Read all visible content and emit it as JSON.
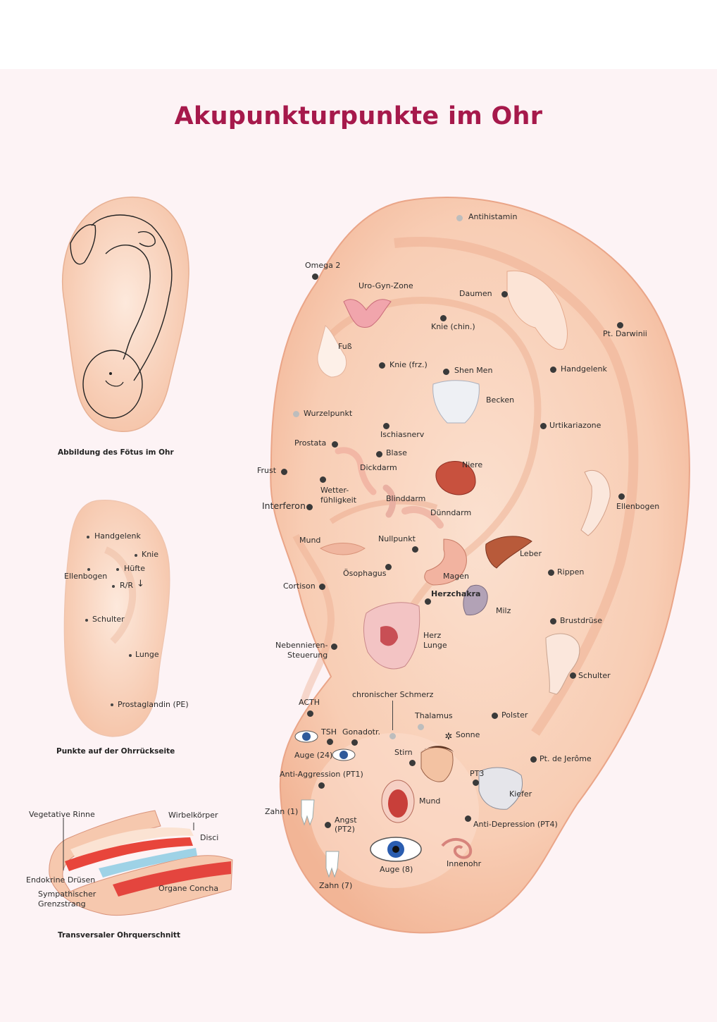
{
  "title": "Akupunkturpunkte im Ohr",
  "captions": {
    "fetus": "Abbildung des Fötus im Ohr",
    "back": "Punkte auf der Ohrrückseite",
    "cross": "Transversaler Ohrquerschnitt"
  },
  "back_points": {
    "handgelenk": "Handgelenk",
    "knie": "Knie",
    "ellenbogen": "Ellenbogen",
    "huefte": "Hüfte",
    "rr": "R/R",
    "schulter": "Schulter",
    "lunge": "Lunge",
    "prostaglandin": "Prostaglandin (PE)"
  },
  "cross_section": {
    "vegetative_rinne": "Vegetative Rinne",
    "wirbelkoerper": "Wirbelkörper",
    "disci": "Disci",
    "endokrine": "Endokrine Drüsen",
    "sympathischer": "Sympathischer",
    "grenzstrang": "Grenzstrang",
    "organe_concha": "Organe Concha"
  },
  "points": {
    "antihistamin": "Antihistamin",
    "omega2": "Omega 2",
    "uro_gyn": "Uro-Gyn-Zone",
    "daumen": "Daumen",
    "knie_chin": "Knie (chin.)",
    "pt_darwinii": "Pt. Darwinii",
    "fuss": "Fuß",
    "knie_frz": "Knie (frz.)",
    "shen_men": "Shen Men",
    "handgelenk": "Handgelenk",
    "becken": "Becken",
    "wurzelpunkt": "Wurzelpunkt",
    "ischiasnerv": "Ischiasnerv",
    "urtikariazone": "Urtikariazone",
    "prostata": "Prostata",
    "blase": "Blase",
    "frust": "Frust",
    "dickdarm": "Dickdarm",
    "niere": "Niere",
    "wetter1": "Wetter-",
    "wetter2": "fühligkeit",
    "blinddarm": "Blinddarm",
    "ellenbogen": "Ellenbogen",
    "interferon": "Interferon",
    "duenndarm": "Dünndarm",
    "mund_top": "Mund",
    "nullpunkt": "Nullpunkt",
    "leber": "Leber",
    "oesophagus": "Ösophagus",
    "rippen": "Rippen",
    "magen": "Magen",
    "cortison": "Cortison",
    "herzchakra": "Herzchakra",
    "milz": "Milz",
    "brustdruese": "Brustdrüse",
    "herz": "Herz",
    "lunge": "Lunge",
    "neben1": "Nebennieren-",
    "neben2": "Steuerung",
    "schulter": "Schulter",
    "chron_schmerz": "chronischer Schmerz",
    "acth": "ACTH",
    "thalamus": "Thalamus",
    "polster": "Polster",
    "tsh": "TSH",
    "gonadotr": "Gonadotr.",
    "sonne": "Sonne",
    "auge24": "Auge (24)",
    "stirn": "Stirn",
    "pt_jerome": "Pt. de Jerôme",
    "anti_aggression": "Anti-Aggression (PT1)",
    "pt3": "PT3",
    "kiefer": "Kiefer",
    "mund_bottom": "Mund",
    "zahn1": "Zahn (1)",
    "angst1": "Angst",
    "angst2": "(PT2)",
    "anti_depression": "Anti-Depression (PT4)",
    "innenohr": "Innenohr",
    "auge8": "Auge (8)",
    "zahn7": "Zahn (7)"
  },
  "colors": {
    "title": "#a6194b",
    "skin": "#f6c4a9",
    "background": "#fdf3f5"
  }
}
